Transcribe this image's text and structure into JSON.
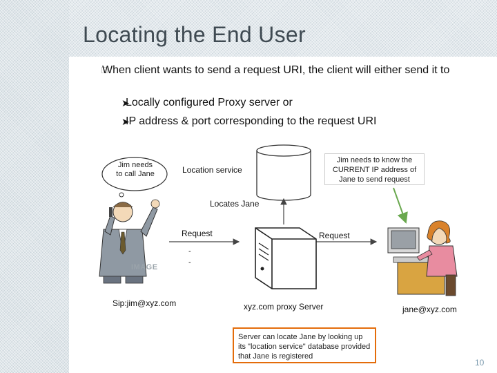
{
  "slide": {
    "title": "Locating the End User",
    "bullet": "When client wants to send a request URI, the client will either send it to",
    "sub_bullets": [
      "Locally configured Proxy server or",
      "IP address & port corresponding to the request URI"
    ],
    "page_number": "10"
  },
  "diagram": {
    "speech_bubble": "Jim needs to call Jane",
    "location_service_label": "Location service",
    "callout": "Jim needs to know the CURRENT IP address of Jane to send request",
    "locates_label": "Locates Jane",
    "request_left": "Request",
    "request_right": "Request",
    "dash1": "-",
    "dash2": "-",
    "jim_address": "Sip:jim@xyz.com",
    "proxy_label": "xyz.com proxy Server",
    "jane_address": "jane@xyz.com",
    "note": "Server can locate Jane by looking up its \"location service\" database provided that Jane is registered",
    "watermark": "IMAGE"
  },
  "colors": {
    "title": "#3f4a52",
    "note_border": "#e46c0a",
    "green_arrow": "#6aa84f",
    "page_number": "#7a9aae"
  }
}
